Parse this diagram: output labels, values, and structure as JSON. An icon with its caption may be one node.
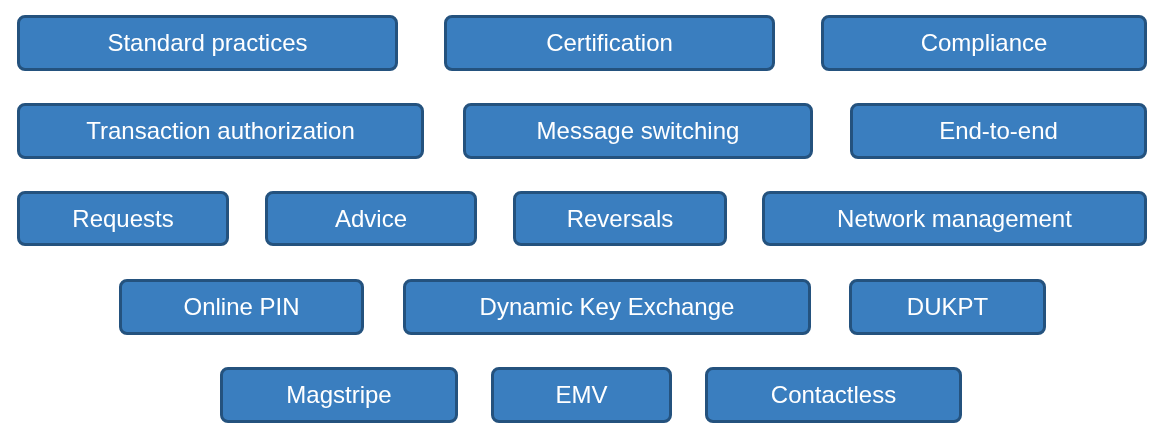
{
  "diagram": {
    "nodes": [
      {
        "text": [
          "Standard practices"
        ]
      },
      {
        "text": [
          "Certification"
        ]
      },
      {
        "text": [
          "Compliance"
        ]
      },
      {
        "text": [
          "Transaction authorization"
        ]
      },
      {
        "text": [
          "Message switching"
        ]
      },
      {
        "text": [
          "End-to-end"
        ]
      },
      {
        "text": [
          "Requests"
        ]
      },
      {
        "text": [
          "Advice"
        ]
      },
      {
        "text": [
          "Reversals"
        ]
      },
      {
        "text": [
          "Network management"
        ]
      },
      {
        "text": [
          "Online PIN"
        ]
      },
      {
        "text": [
          "Dynamic Key Exchange"
        ]
      },
      {
        "text": [
          "DUKPT"
        ]
      },
      {
        "text": [
          "Magstripe"
        ]
      },
      {
        "text": [
          "EMV"
        ]
      },
      {
        "text": [
          "Contactless"
        ]
      }
    ]
  }
}
